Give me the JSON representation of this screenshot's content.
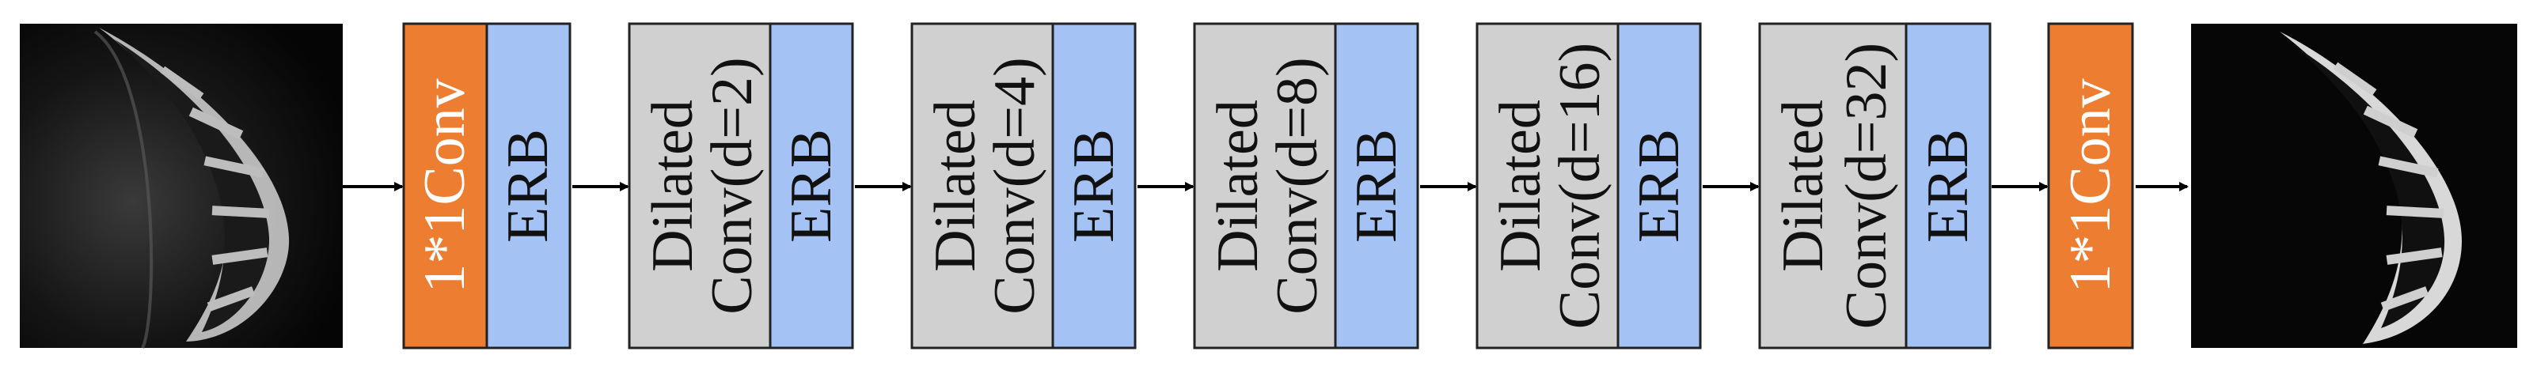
{
  "colors": {
    "conv_fill": "#ED7D31",
    "conv_text": "#FFFFFF",
    "erb_fill": "#A4C2F4",
    "dilated_fill": "#D0D0D0",
    "text_dark": "#111111",
    "stroke": "#222222",
    "background": "#FFFFFF"
  },
  "input_image": {
    "icon": "ct-cross-section-noisy"
  },
  "output_image": {
    "icon": "ct-cross-section-clean"
  },
  "blocks": [
    {
      "label": "1*1Conv",
      "erb": "ERB"
    },
    {
      "lines": [
        "Dilated",
        "Conv(d=2)"
      ],
      "erb": "ERB"
    },
    {
      "lines": [
        "Dilated",
        "Conv(d=4)"
      ],
      "erb": "ERB"
    },
    {
      "lines": [
        "Dilated",
        "Conv(d=8)"
      ],
      "erb": "ERB"
    },
    {
      "lines": [
        "Dilated",
        "Conv(d=16)"
      ],
      "erb": "ERB"
    },
    {
      "lines": [
        "Dilated",
        "Conv(d=32)"
      ],
      "erb": "ERB"
    }
  ],
  "final_conv": {
    "label": "1*1Conv"
  }
}
